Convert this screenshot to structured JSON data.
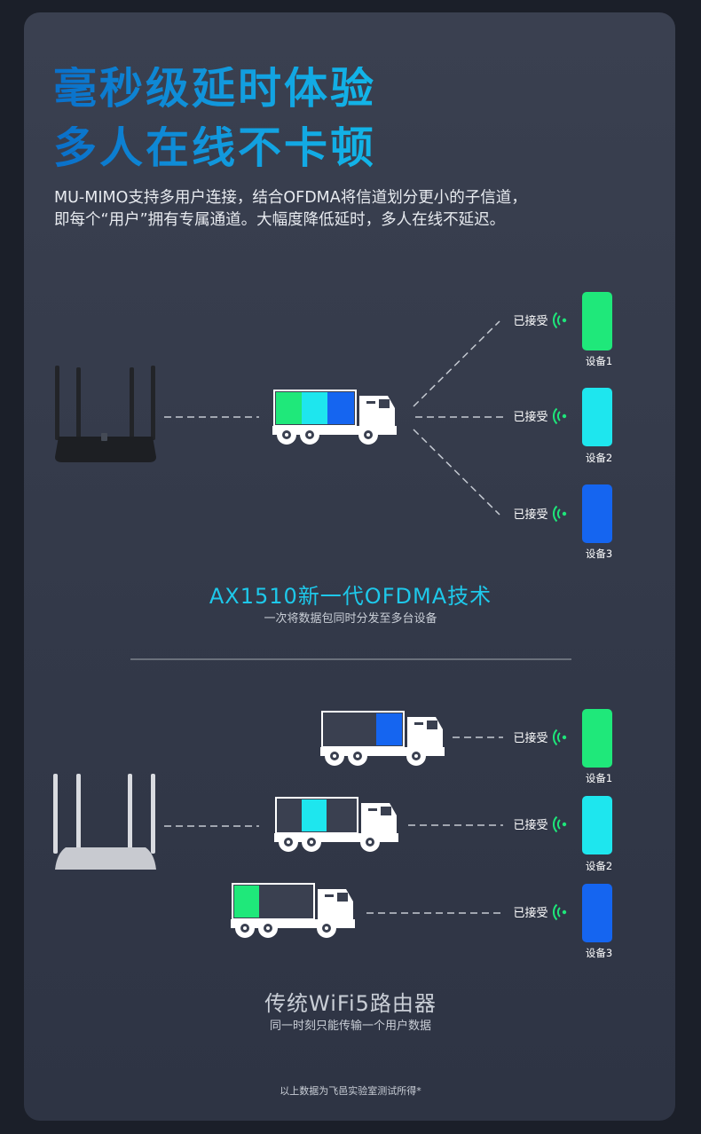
{
  "headline": {
    "line1": "毫秒级延时体验",
    "line2": "多人在线不卡顿"
  },
  "description": {
    "line1": "MU-MIMO支持多用户连接，结合OFDMA将信道划分更小的子信道，",
    "line2": "即每个“用户”拥有专属通道。大幅度降低延时，多人在线不延迟。"
  },
  "status_label": "已接受",
  "devices": [
    "设备1",
    "设备2",
    "设备3"
  ],
  "device_colors": [
    "#1fe87a",
    "#1ee6ee",
    "#1565f0"
  ],
  "section_ax": {
    "title": "AX1510新一代OFDMA技术",
    "subtitle": "一次将数据包同时分发至多台设备"
  },
  "section_wifi5": {
    "title": "传统WiFi5路由器",
    "subtitle": "同一时刻只能传输一个用户数据"
  },
  "footnote": "以上数据为飞邑实验室测试所得*"
}
